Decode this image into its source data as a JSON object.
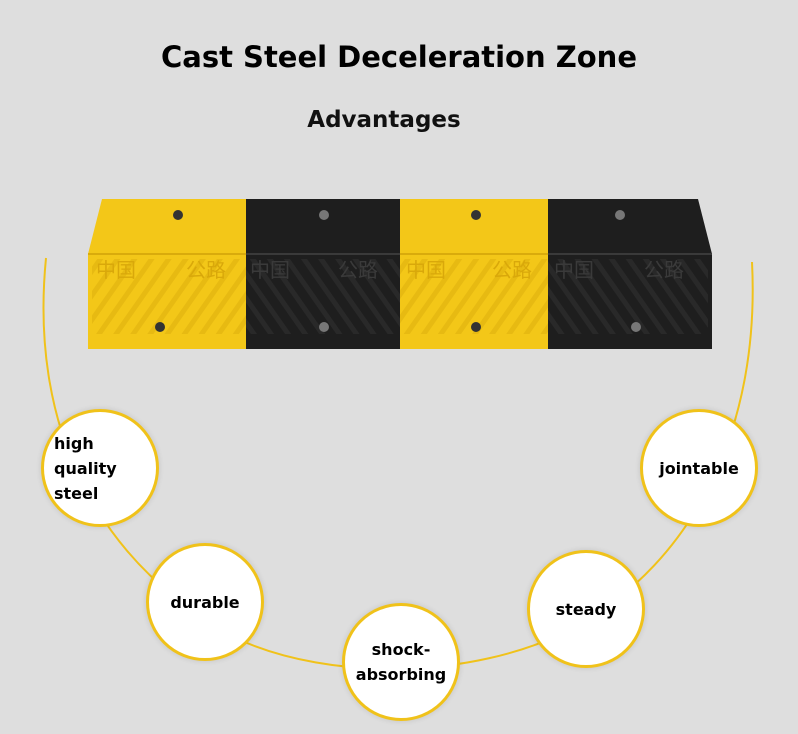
{
  "heading": {
    "title": "Cast Steel Deceleration Zone",
    "subtitle": "Advantages"
  },
  "colors": {
    "background": "#dedede",
    "accent_yellow": "#f0c21a",
    "bump_yellow": "#f3c718",
    "bump_black": "#1e1e1e"
  },
  "product": {
    "segments": [
      "yellow",
      "black",
      "yellow",
      "black"
    ],
    "embossed_text": "中国公路"
  },
  "advantages": [
    {
      "label": "high quality steel"
    },
    {
      "label": "durable"
    },
    {
      "label": "shock-absorbing"
    },
    {
      "label": "steady"
    },
    {
      "label": "jointable"
    }
  ]
}
